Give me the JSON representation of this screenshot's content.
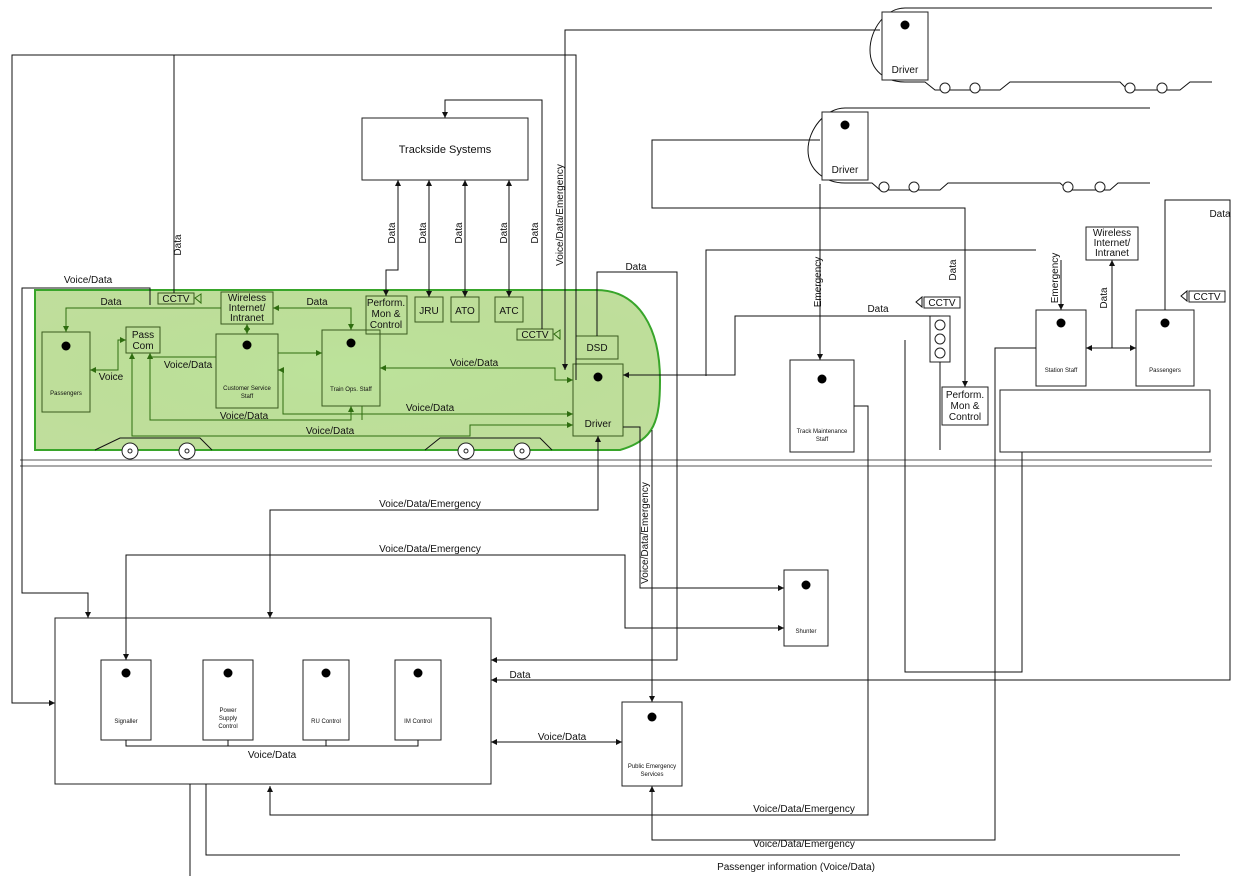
{
  "systems": {
    "trackside": "Trackside Systems",
    "perform_onboard": [
      "Perform.",
      "Mon &",
      "Control"
    ],
    "perform_wayside": [
      "Perform.",
      "Mon &",
      "Control"
    ],
    "jru": "JRU",
    "ato": "ATO",
    "atc": "ATC",
    "dsd": "DSD",
    "pass_com": [
      "Pass",
      "Com"
    ],
    "wireless_train": [
      "Wireless",
      "Internet/",
      "Intranet"
    ],
    "wireless_station": [
      "Wireless",
      "Internet/",
      "Intranet"
    ],
    "cctv": "CCTV"
  },
  "actors": {
    "passengers_train": "Passengers",
    "customer_service": [
      "Customer Service",
      "Staff"
    ],
    "train_ops": "Train Ops. Staff",
    "driver_main": "Driver",
    "driver_top1": "Driver",
    "driver_top2": "Driver",
    "track_maintenance": [
      "Track Maintenance",
      "Staff"
    ],
    "station_staff": "Station Staff",
    "passengers_station": "Passengers",
    "shunter": "Shunter",
    "signaller": "Signaller",
    "power_supply": [
      "Power",
      "Supply",
      "Control"
    ],
    "ru_control": "RU Control",
    "im_control": "IM Control",
    "public_emergency": [
      "Public Emergency",
      "Services"
    ]
  },
  "labels": {
    "data": "Data",
    "voice": "Voice",
    "voice_data": "Voice/Data",
    "emergency": "Emergency",
    "voice_data_emergency": "Voice/Data/Emergency",
    "passenger_information": "Passenger information (Voice/Data)"
  },
  "colors": {
    "train_fill": "#8bc34a",
    "train_outline": "#38a52a",
    "line": "#111111"
  }
}
